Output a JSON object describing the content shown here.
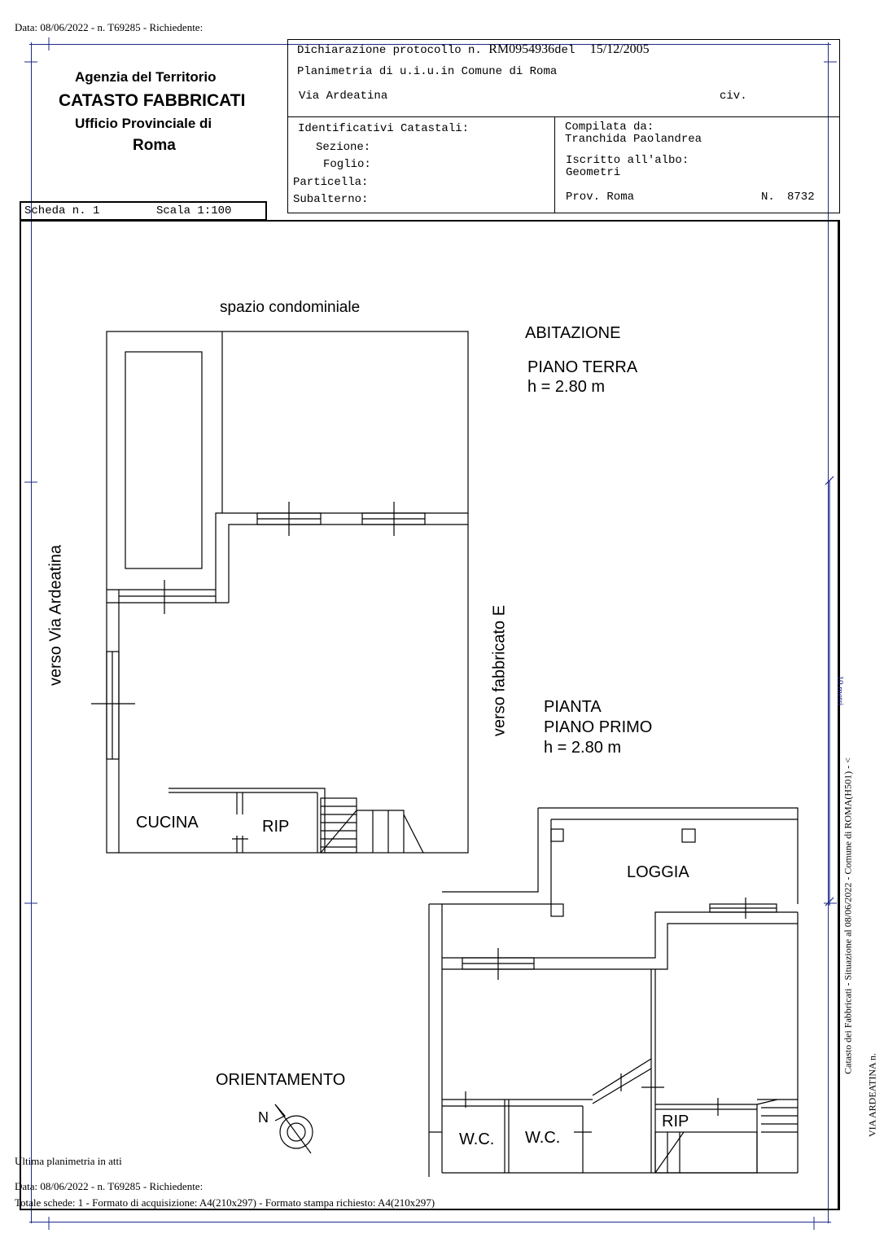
{
  "header": {
    "top_line": "Data: 08/06/2022 - n. T69285 - Richiedente:",
    "agency_line1": "Agenzia del Territorio",
    "agency_line2": "CATASTO FABBRICATI",
    "agency_line3": "Ufficio Provinciale di",
    "agency_line4": "Roma",
    "protocol_label": "Dichiarazione protocollo n.",
    "protocol_number": "RM0954936",
    "protocol_del": "del",
    "protocol_date": "15/12/2005",
    "planimetria": "Planimetria di u.i.u.in Comune di Roma",
    "address": "Via Ardeatina",
    "civ": "civ.",
    "ident_title": "Identificativi Catastali:",
    "sezione": "Sezione:",
    "foglio": "Foglio:",
    "particella": "Particella:",
    "subalterno": "Subalterno:",
    "compilata_label": "Compilata da:",
    "compilata_name": "Tranchida Paolandrea",
    "iscritto_label": "Iscritto all'albo:",
    "iscritto_value": "Geometri",
    "prov": "Prov. Roma",
    "n_label": "N.",
    "n_value": "8732",
    "scheda": "Scheda n. 1",
    "scala": "Scala 1:100"
  },
  "plan": {
    "spazio": "spazio condominiale",
    "abitazione": "ABITAZIONE",
    "piano_terra": "PIANO TERRA",
    "h_terra": "h = 2.80 m",
    "verso_via": "verso Via Ardeatina",
    "verso_fabbricato": "verso fabbricato E",
    "pianta": "PIANTA",
    "piano_primo": "PIANO PRIMO",
    "h_primo": "h = 2.80 m",
    "cucina": "CUCINA",
    "rip1": "RIP",
    "loggia": "LOGGIA",
    "orientamento": "ORIENTAMENTO",
    "north": "N",
    "wc1": "W.C.",
    "wc2": "W.C.",
    "rip2": "RIP",
    "scale_bar": "10 metri"
  },
  "side_text": {
    "line1": "Catasto dei Fabbricati - Situazione al 08/06/2022 - Comune di ROMA(H501) - <",
    "line2": "VIA ARDEATINA n."
  },
  "footer": {
    "ultima": "Ultima planimetria in atti",
    "data_line": "Data: 08/06/2022 - n. T69285 - Richiedente:",
    "totale": "Totale schede: 1 - Formato di acquisizione: A4(210x297)  - Formato stampa richiesto: A4(210x297)"
  }
}
